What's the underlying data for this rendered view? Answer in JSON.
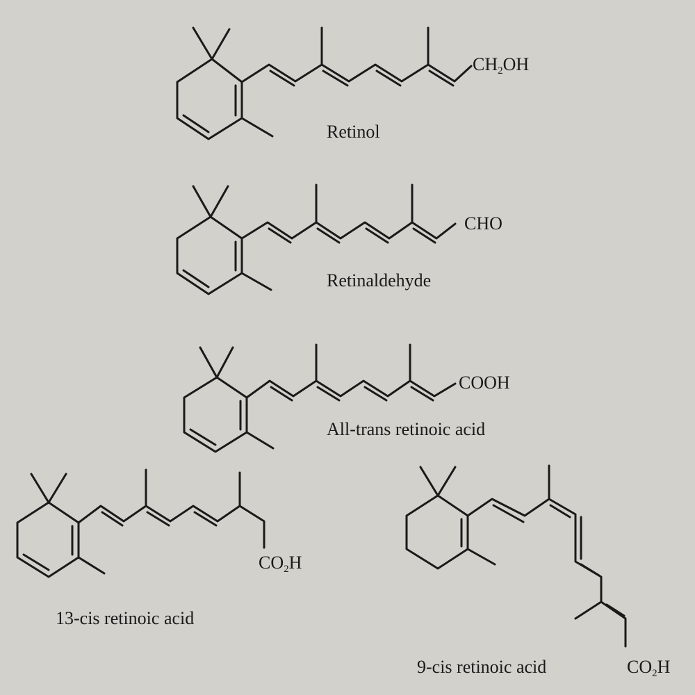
{
  "colors": {
    "background": "#d3d1cc",
    "ink": "#1a1a1a"
  },
  "structures": [
    {
      "name": "Retinol",
      "group": {
        "main": "CH",
        "sub": "2",
        "tail": "OH"
      }
    },
    {
      "name": "Retinaldehyde",
      "group": {
        "main": "CHO",
        "sub": "",
        "tail": ""
      }
    },
    {
      "name": "All-trans retinoic acid",
      "group": {
        "main": "COOH",
        "sub": "",
        "tail": ""
      }
    },
    {
      "name": "13-cis retinoic acid",
      "group": {
        "main": "CO",
        "sub": "2",
        "tail": "H"
      }
    },
    {
      "name": "9-cis retinoic acid",
      "group": {
        "main": "CO",
        "sub": "2",
        "tail": "H"
      }
    }
  ]
}
